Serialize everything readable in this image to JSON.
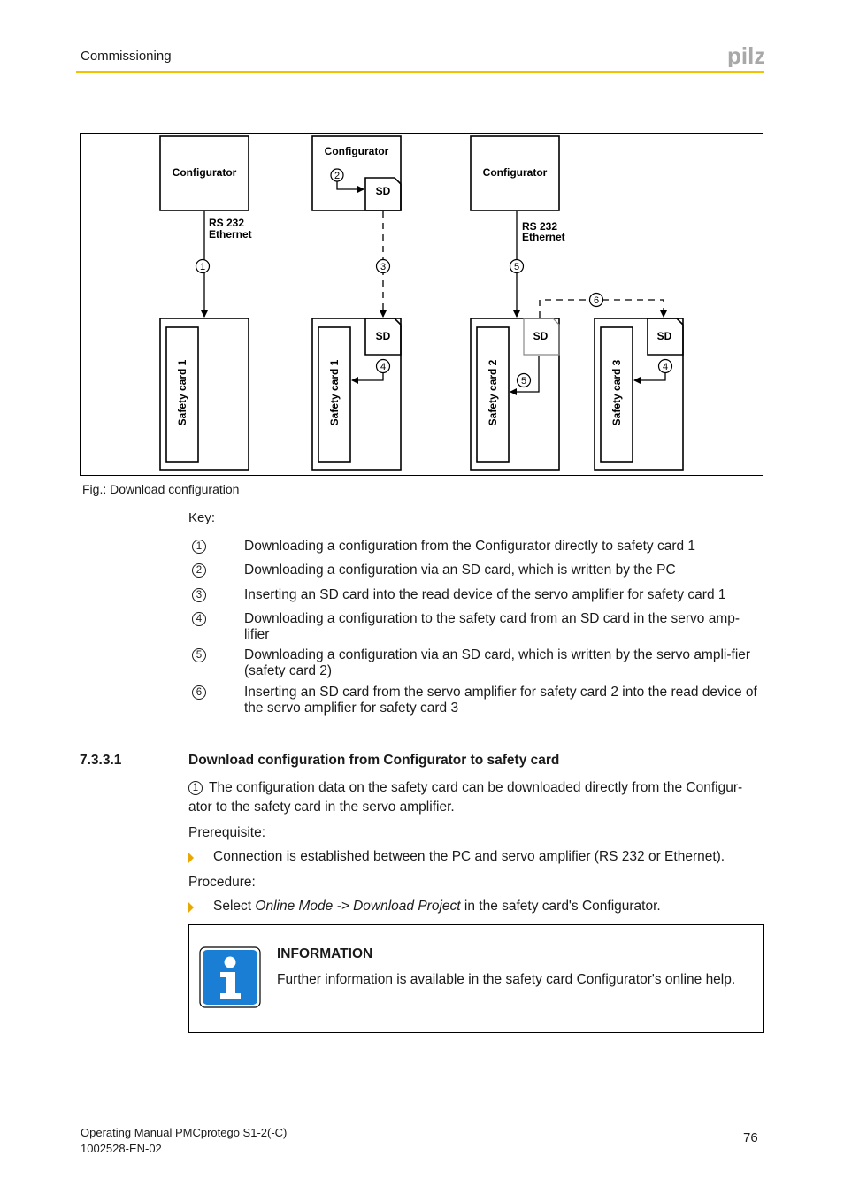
{
  "header": {
    "title": "Commissioning",
    "logo_text": "pilz",
    "rule_color": "#f2c200"
  },
  "figure": {
    "caption": "Fig.: Download configuration",
    "configurator_label": "Configurator",
    "sd_label": "SD",
    "link_label_line1": "RS 232",
    "link_label_line2": "Ethernet",
    "cards": [
      "Safety card 1",
      "Safety card 1",
      "Safety card 2",
      "Safety card 3"
    ],
    "markers": [
      "1",
      "2",
      "3",
      "4",
      "4",
      "5",
      "5",
      "6"
    ]
  },
  "key": {
    "label": "Key:",
    "items": [
      {
        "num": "1",
        "text": "Downloading a configuration from the Configurator directly to safety card 1"
      },
      {
        "num": "2",
        "text": "Downloading a configuration via an SD card, which is written by the PC"
      },
      {
        "num": "3",
        "text": "Inserting an SD card into the read device of the servo amplifier for safety card 1"
      },
      {
        "num": "4",
        "text": "Downloading a configuration to the safety card from an SD card in the servo amp-lifier"
      },
      {
        "num": "5",
        "text": "Downloading a configuration via an SD card, which is written by the servo ampli-fier (safety card 2)"
      },
      {
        "num": "6",
        "text": "Inserting an SD card from the servo amplifier for safety card 2 into the read device of the servo amplifier for safety card 3"
      }
    ]
  },
  "section": {
    "number": "7.3.3.1",
    "title": "Download configuration from Configurator to safety card",
    "intro_num": "1",
    "intro_text": "The configuration data on the safety card can be downloaded directly from the Configur-ator to the safety card in the servo amplifier.",
    "prerequisite_label": "Prerequisite:",
    "prerequisite_item": "Connection is established between the PC and servo amplifier (RS 232 or Ethernet).",
    "procedure_label": "Procedure:",
    "procedure_prefix": "Select ",
    "procedure_italic": "Online Mode -> Download Project",
    "procedure_suffix": " in the safety card's Configurator."
  },
  "info": {
    "title": "INFORMATION",
    "text": "Further information is available in the safety card Configurator's online help.",
    "icon_color": "#1a7fd4"
  },
  "footer": {
    "line1": "Operating Manual PMCprotego S1-2(-C)",
    "line2": "1002528-EN-02",
    "page": "76"
  }
}
